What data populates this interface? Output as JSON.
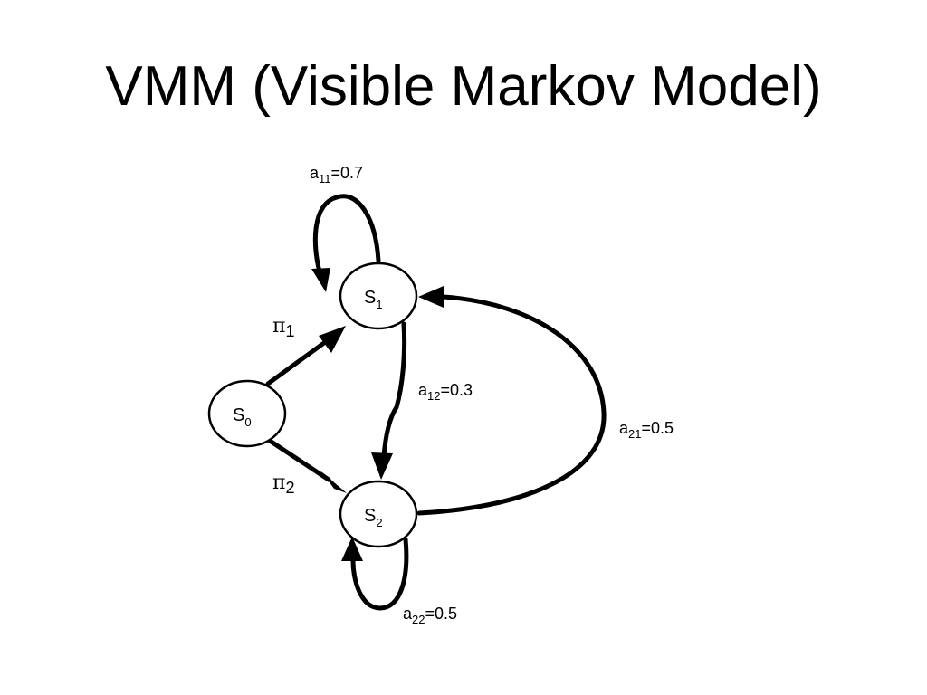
{
  "title": "VMM (Visible Markov Model)",
  "nodes": {
    "s0": {
      "base": "S",
      "sub": "0"
    },
    "s1": {
      "base": "S",
      "sub": "1"
    },
    "s2": {
      "base": "S",
      "sub": "2"
    }
  },
  "initial_probs": {
    "pi1": {
      "symbol": "π",
      "sub": "1"
    },
    "pi2": {
      "symbol": "π",
      "sub": "2"
    }
  },
  "transitions": {
    "a11": {
      "base": "a",
      "sub": "11",
      "value": "=0.7"
    },
    "a12": {
      "base": "a",
      "sub": "12",
      "value": "=0.3"
    },
    "a21": {
      "base": "a",
      "sub": "21",
      "value": "=0.5"
    },
    "a22": {
      "base": "a",
      "sub": "22",
      "value": "=0.5"
    }
  }
}
